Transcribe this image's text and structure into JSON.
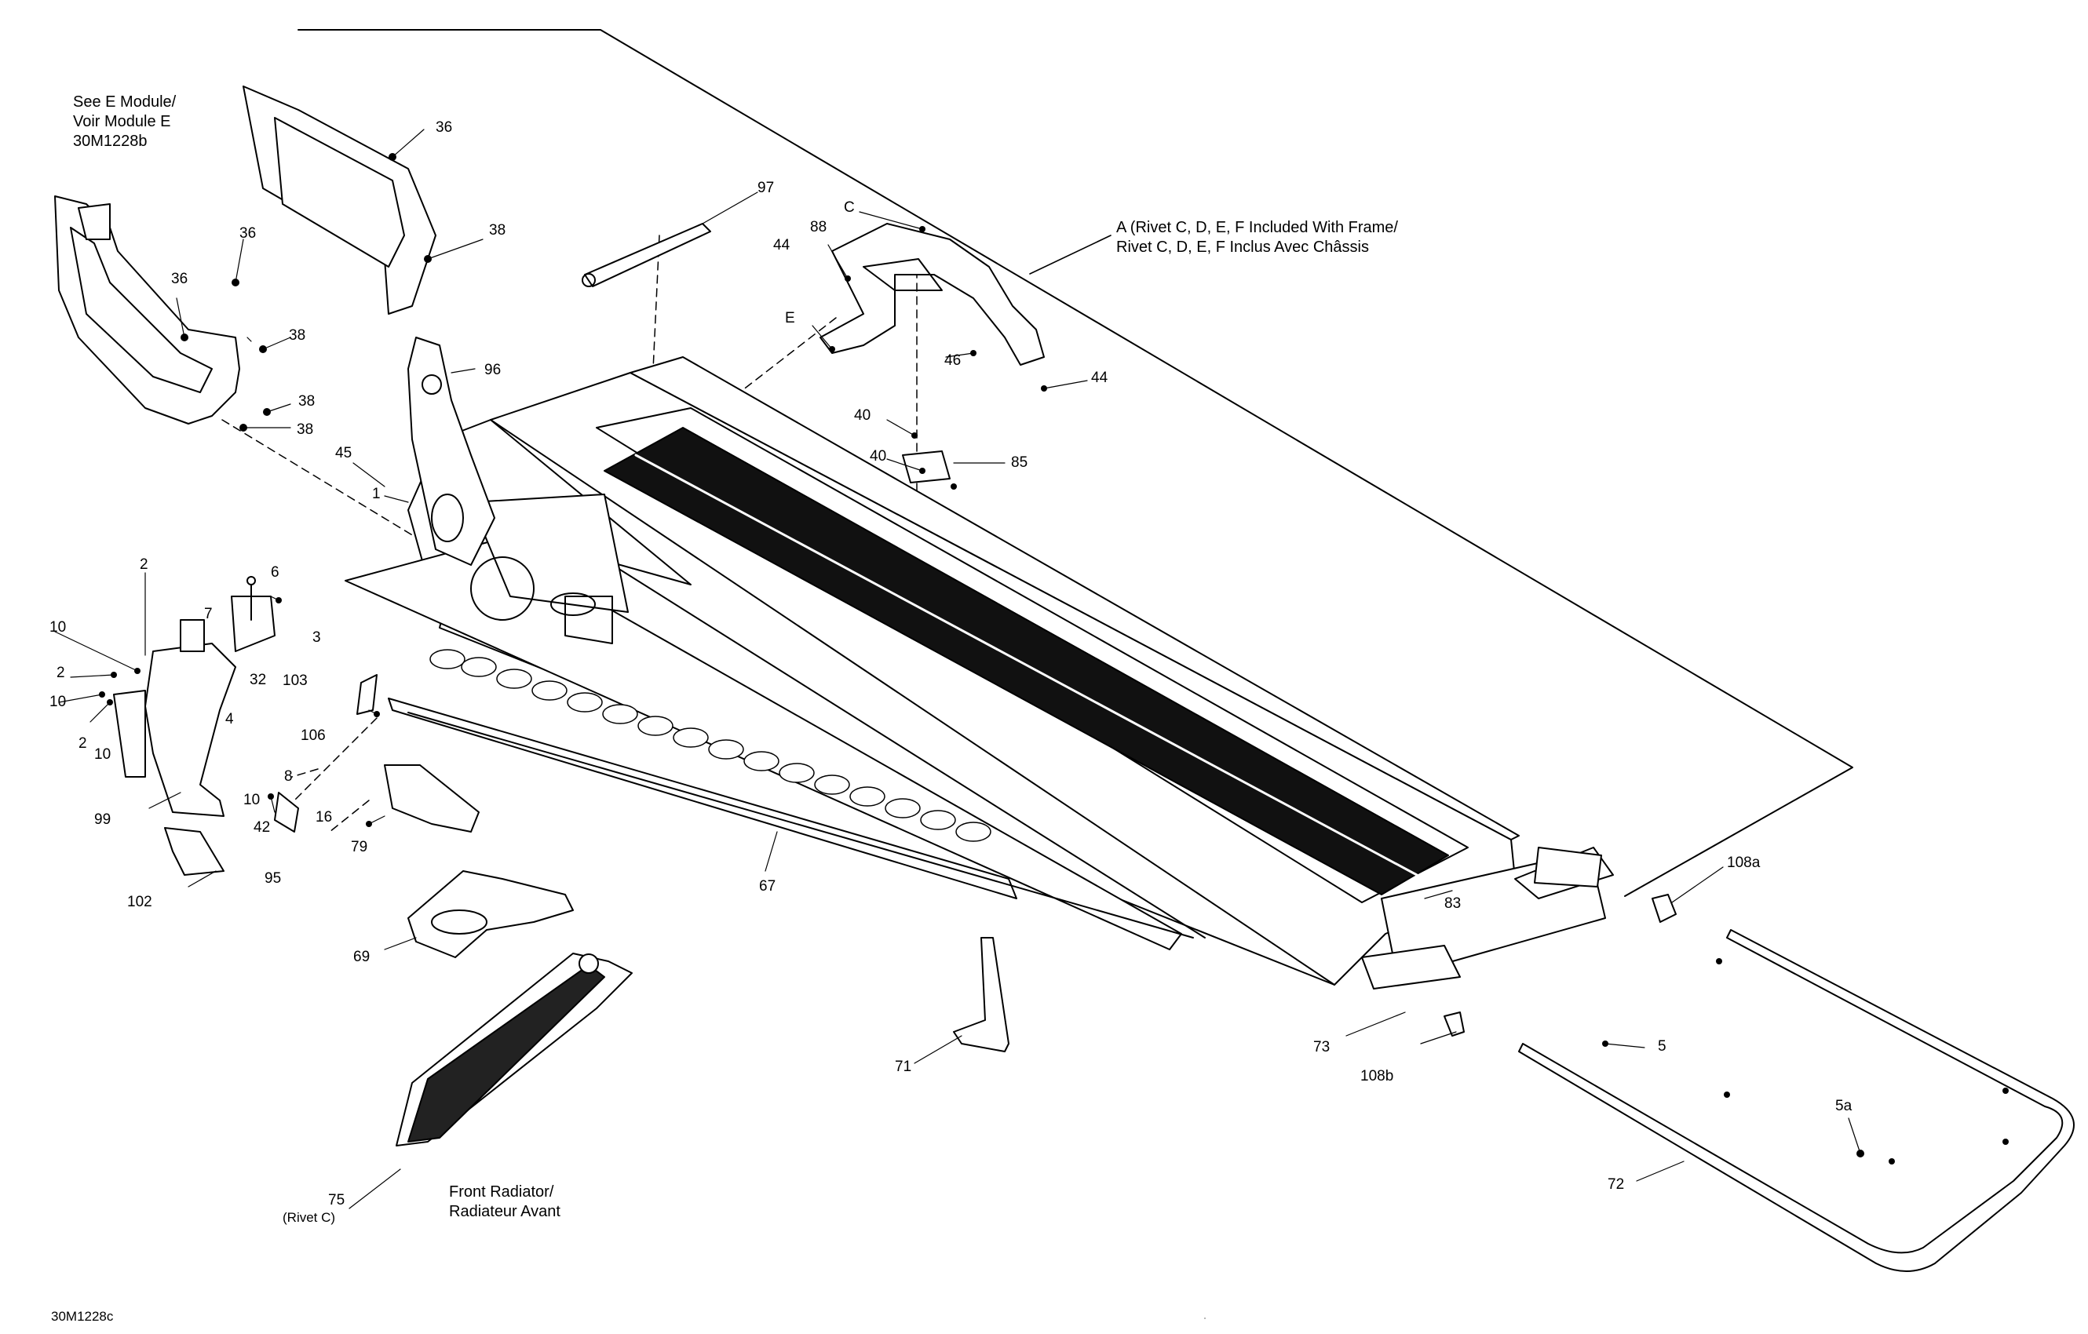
{
  "notes": {
    "e_module_line1": "See E Module/",
    "e_module_line2": "Voir Module E",
    "e_module_line3": "30M1228b",
    "frame_line1": "A (Rivet C, D, E, F Included With Frame/",
    "frame_line2": "Rivet C, D, E, F Inclus Avec Châssis",
    "radiator_line1": "Front Radiator/",
    "radiator_line2": "Radiateur Avant",
    "rivet_c": "(Rivet C)",
    "figure_ref": "30M1228c"
  },
  "callouts": {
    "c36a": "36",
    "c36b": "36",
    "c36c": "36",
    "c38a": "38",
    "c38b": "38",
    "c38c": "38",
    "c38d": "38",
    "c97": "97",
    "c88": "88",
    "cC": "C",
    "c44a": "44",
    "cE": "E",
    "c46": "46",
    "c44b": "44",
    "c96": "96",
    "c45": "45",
    "c1": "1",
    "c40a": "40",
    "c40b": "40",
    "c85": "85",
    "c2a": "2",
    "c6": "6",
    "c7": "7",
    "c3": "3",
    "c10a": "10",
    "c2b": "2",
    "c10b": "10",
    "c32": "32",
    "c103": "103",
    "c4": "4",
    "c106": "106",
    "c2c": "2",
    "c10c": "10",
    "c8": "8",
    "c10d": "10",
    "c99": "99",
    "c16": "16",
    "c42": "42",
    "c79": "79",
    "c95": "95",
    "c102": "102",
    "c67": "67",
    "c69": "69",
    "c83": "83",
    "c108a": "108a",
    "c73": "73",
    "c108b": "108b",
    "c5": "5",
    "c5a": "5a",
    "c71": "71",
    "c72": "72",
    "c75": "75"
  }
}
